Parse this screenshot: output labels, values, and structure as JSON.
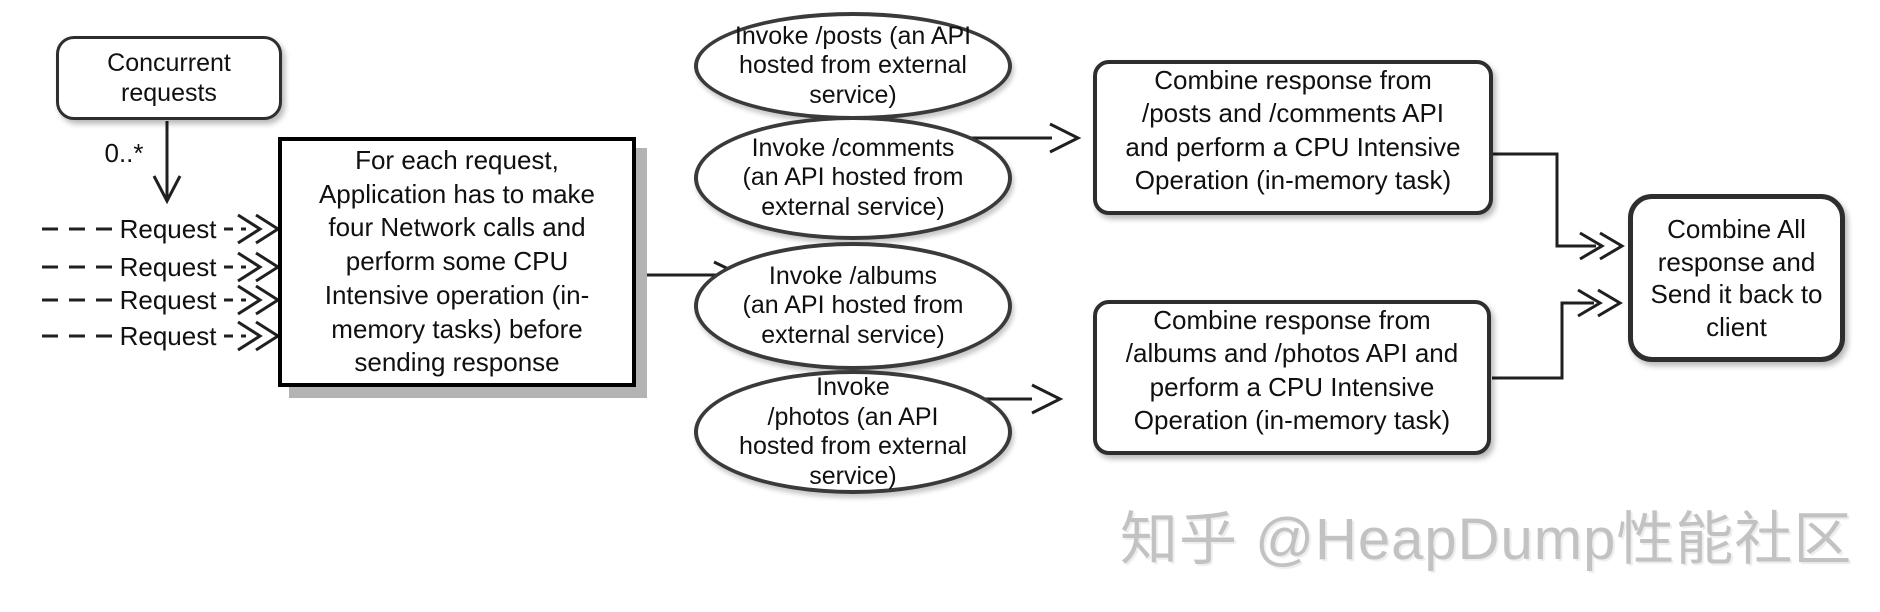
{
  "diagram": {
    "client": {
      "lines": [
        "Concurrent",
        "requests"
      ],
      "multiplicity": "0..*"
    },
    "requests": [
      "Request",
      "Request",
      "Request",
      "Request"
    ],
    "app": {
      "lines": [
        "For each request,",
        "Application has to make",
        "four Network calls and",
        "perform some CPU",
        "Intensive operation (in-",
        "memory tasks) before",
        "sending response"
      ]
    },
    "api_calls": [
      {
        "lines": [
          "Invoke /posts (an API",
          "hosted from external",
          "service)"
        ]
      },
      {
        "lines": [
          "Invoke /comments",
          "(an API hosted from",
          "external service)"
        ]
      },
      {
        "lines": [
          "Invoke /albums",
          "(an API hosted from",
          "external service)"
        ]
      },
      {
        "lines": [
          "Invoke",
          "/photos (an API",
          "hosted from external",
          "service)"
        ]
      }
    ],
    "combine_posts_comments": {
      "lines": [
        "Combine response from",
        "/posts and /comments API",
        "and perform a CPU Intensive",
        "Operation (in-memory task)"
      ]
    },
    "combine_albums_photos": {
      "lines": [
        "Combine response from",
        "/albums and /photos API and",
        "perform a CPU Intensive",
        "Operation (in-memory task)"
      ]
    },
    "combine_all": {
      "lines": [
        "Combine All",
        "response and",
        "Send it back to",
        "client"
      ]
    }
  },
  "watermark": "知乎 @HeapDump性能社区",
  "colors": {
    "line": "#1f1f1f",
    "border": "#2e2e2e",
    "app_border": "#000000",
    "app_shadow": "#b3b3b3",
    "text": "#101010",
    "watermark": "#c2c2c2",
    "background": "#ffffff"
  }
}
